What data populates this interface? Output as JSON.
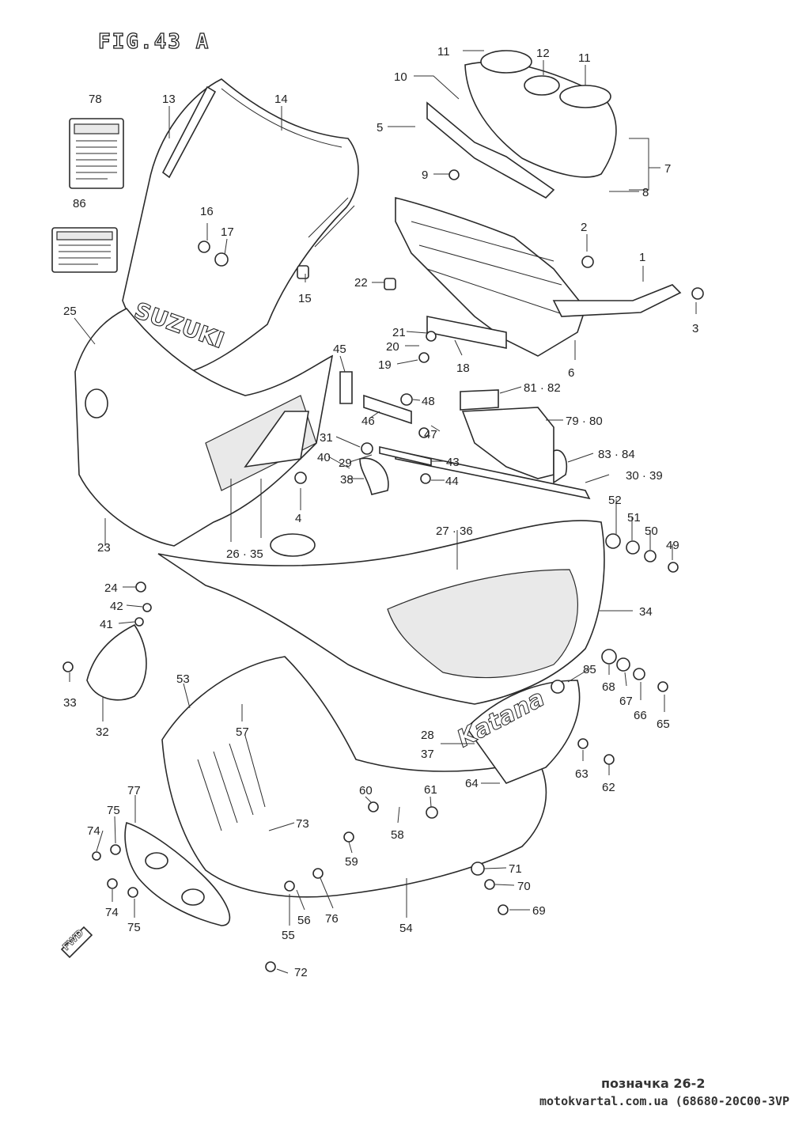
{
  "figure": {
    "title": "FIG.43 A"
  },
  "brand_lettering": "SUZUKI",
  "stripe_lettering": "Katana",
  "forward_marker": "FWD",
  "callouts": [
    "11",
    "12",
    "11",
    "10",
    "78",
    "13",
    "14",
    "5",
    "9",
    "7",
    "8",
    "86",
    "16",
    "17",
    "2",
    "15",
    "22",
    "1",
    "3",
    "25",
    "21",
    "20",
    "19",
    "18",
    "6",
    "45",
    "48",
    "81 · 82",
    "46",
    "47",
    "79 · 80",
    "31",
    "29",
    "43",
    "83 · 84",
    "40",
    "38",
    "44",
    "30 · 39",
    "4",
    "52",
    "51",
    "50",
    "49",
    "23",
    "26 · 35",
    "27 · 36",
    "24",
    "42",
    "41",
    "34",
    "33",
    "32",
    "53",
    "57",
    "85",
    "68",
    "67",
    "66",
    "65",
    "28",
    "37",
    "63",
    "62",
    "64",
    "60",
    "61",
    "73",
    "77",
    "75",
    "74",
    "59",
    "58",
    "71",
    "70",
    "69",
    "74",
    "75",
    "56",
    "76",
    "54",
    "55",
    "72"
  ],
  "footer": {
    "reference": "позначка 26-2",
    "source": "motokvartal.com.ua (68680-20C00-3VP)"
  }
}
